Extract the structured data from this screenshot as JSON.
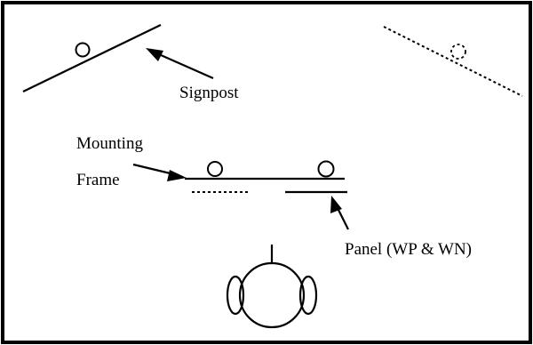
{
  "labels": {
    "signpost": "Signpost",
    "mounting_line1": "Mounting",
    "mounting_line2": "Frame",
    "panel": "Panel (WP & WN)"
  }
}
